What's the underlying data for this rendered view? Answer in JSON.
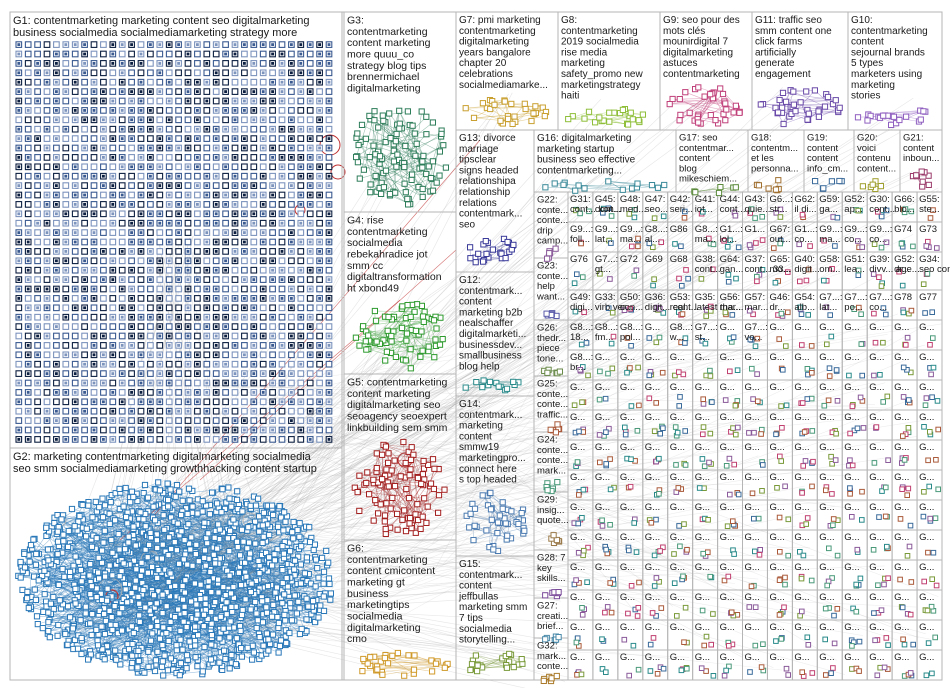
{
  "colors": {
    "box_border": "#b5b5b5",
    "edge_gray": "#9a9a9a",
    "edge_red": "#c03030",
    "g1_node": "#1f3a6e",
    "g2_node": "#2a78b8"
  },
  "groups": [
    {
      "id": "G1",
      "label": "G1: contentmarketing marketing content seo digitalmarketing business socialmedia socialmediamarketing strategy more",
      "color": "#1f3a6e"
    },
    {
      "id": "G2",
      "label": "G2: marketing contentmarketing digitalmarketing socialmedia seo smm socialmediamarketing growthhacking content startup",
      "color": "#2a78b8"
    },
    {
      "id": "G3",
      "label": "G3: contentmarketing content marketing more quuu_co strategy blog tips brennermichael digitalmarketing",
      "color": "#2e7d5a"
    },
    {
      "id": "G4",
      "label": "G4: rise contentmarketing socialmedia rebekahradice jot smm cc digitaltransformation ht xbond49",
      "color": "#2f9b2f"
    },
    {
      "id": "G5",
      "label": "G5: contentmarketing content marketing digitalmarketing seo seoagency seoexpert linkbuilding sem smm",
      "color": "#a32020"
    },
    {
      "id": "G6",
      "label": "G6: contentmarketing content cmicontent marketing gt business marketingtips socialmedia digitalmarketing cmo",
      "color": "#d09a2a"
    },
    {
      "id": "G7",
      "label": "G7: pmi marketing contentmarketing digitalmarketing years bangalore chapter 20 celebrations socialmediamarke...",
      "color": "#c9a030"
    },
    {
      "id": "G8",
      "label": "G8: contentmarketing 2019 socialmedia rise media marketing safety_promo new marketingstrategy haiti",
      "color": "#8fbf3a"
    },
    {
      "id": "G9",
      "label": "G9: seo pour des mots clés mounirdigital 7 digitalmarketing astuces contentmarketing",
      "color": "#c0407a"
    },
    {
      "id": "G11",
      "label": "G11: traffic seo smm content one click farms artificially generate engagement",
      "color": "#6a4aa8"
    },
    {
      "id": "G10",
      "label": "G10: contentmarketing content sejournal brands 5 types marketers using marketing stories",
      "color": "#9060c0"
    },
    {
      "id": "G13",
      "label": "G13: divorce marriage tipsclear signs headed relationshipa relationship relations contentmark... seo",
      "color": "#3a3a9a"
    },
    {
      "id": "G16",
      "label": "G16: digitalmarketing marketing startup business seo effective contentmarketing...",
      "color": "#3a8a9a"
    },
    {
      "id": "G17",
      "label": "G17: seo contentmar... content blog mikeschiem...",
      "color": "#5a8a3a"
    },
    {
      "id": "G18",
      "label": "G18: contentm... et les personna...",
      "color": "#a07030"
    },
    {
      "id": "G19",
      "label": "G19: content content info_cm...",
      "color": "#3a6a9a"
    },
    {
      "id": "G20",
      "label": "G20: voici contenu content...",
      "color": "#a0a030"
    },
    {
      "id": "G21",
      "label": "G21: content inboun...",
      "color": "#9a3a6a"
    },
    {
      "id": "G12",
      "label": "G12: contentmark... content marketing b2b nealschaffer digitalmarketi... businessdev... smallbusiness blog help",
      "color": "#2a8a8a"
    },
    {
      "id": "G14",
      "label": "G14: contentmark... marketing content smmw19 marketingpro... connect here s top headed",
      "color": "#4a7ab0"
    },
    {
      "id": "G15",
      "label": "G15: contentmark... content jeffbullas marketing smm 7 tips socialmedia storytelling...",
      "color": "#7a9a3a"
    },
    {
      "id": "G22",
      "label": "G22: conte... conte... drip camp...",
      "color": "#8a5a9a"
    },
    {
      "id": "G23",
      "label": "G23: conte... help want...",
      "color": "#5a5aaa"
    },
    {
      "id": "G26",
      "label": "G26: thedr... piece tone...",
      "color": "#6a8a4a"
    },
    {
      "id": "G25",
      "label": "G25: conte... conte... traffic...",
      "color": "#aa5a3a"
    },
    {
      "id": "G24",
      "label": "G24: conte... conte... mark...",
      "color": "#4a9a7a"
    },
    {
      "id": "G29",
      "label": "G29: insig... quote...",
      "color": "#9a7a4a"
    },
    {
      "id": "G28",
      "label": "G28: 7 key skills...",
      "color": "#7a4a9a"
    },
    {
      "id": "G27",
      "label": "G27: creati... brief...",
      "color": "#4a8aaa"
    },
    {
      "id": "G32",
      "label": "G32: mark... conte...",
      "color": "#aa7a2a"
    }
  ],
  "small_labels": [
    "G31: cont... kon...",
    "G45: cont...",
    "G48: med...",
    "G47: seo...",
    "G42: seri...",
    "G41: iot...",
    "G44: cont...",
    "G43: quie...",
    "G6...: str...",
    "G62: il di...",
    "G59: ga...",
    "G52: ap...",
    "G30: cont...",
    "G66: blo...",
    "G55: ste...",
    "G9...: foll...",
    "G9...: lat...",
    "G9...: ma...",
    "G8...: al...",
    "G86",
    "G8...: ma...",
    "G1...: lol...",
    "G1...",
    "G67: out...",
    "G1...: co...",
    "G9...: ma...",
    "G9...: co...",
    "G9...: co...",
    "G74",
    "G73",
    "G76",
    "G7...: gt...",
    "G72",
    "G69",
    "G68",
    "G38: cont...",
    "G64: gan...",
    "G37: cont... 33...",
    "G65: mo...",
    "G40: digit...",
    "G58: om...",
    "G51: lea...",
    "G39: divv... age...",
    "G52: dr...",
    "G34: seo cont...",
    "G49: digi...",
    "G33: virb ver...",
    "G50: con...",
    "G36: digit... cont...",
    "G53: real...",
    "G35: latest tha...",
    "G56: mar...",
    "G57: mar...",
    "G46: dr...",
    "G54: alb...",
    "G7...: lat...",
    "G7...: po...",
    "G7...: co...",
    "G78",
    "G77",
    "G8...: 18...",
    "G8...: fm...",
    "G8...: pol...",
    "G8...: w...",
    "G7...: st...",
    "G7...: vo...",
    "G8...: br..."
  ]
}
